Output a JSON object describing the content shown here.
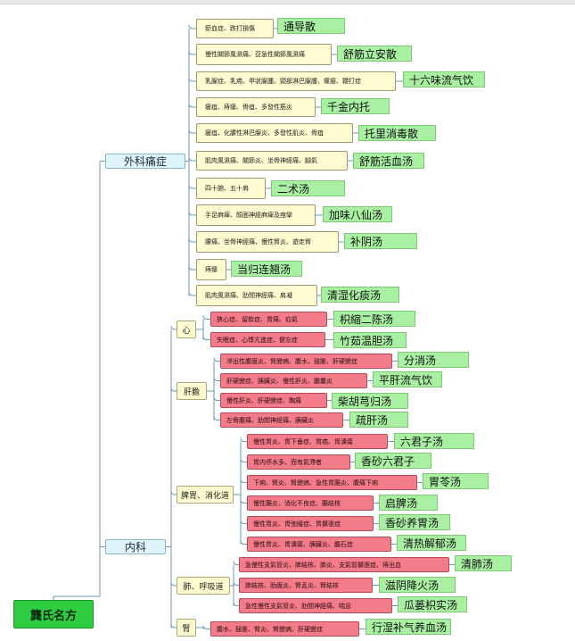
{
  "root": {
    "label": "龔氏名方"
  },
  "categories": {
    "surgery": "外科痛症",
    "internal": "内科"
  },
  "organs": {
    "heart": "心",
    "liver_gall": "肝膽",
    "spleen_stomach": "脾胃、消化道",
    "lung": "肺、呼吸道",
    "kidney": "腎"
  },
  "surgery_items": [
    {
      "disease": "瘀血症、跌打損傷",
      "formula": "通导散"
    },
    {
      "disease": "慢性關節風濕痛、亞急性關節風濕痛",
      "formula": "舒筋立安散"
    },
    {
      "disease": "乳腺症、乳癌、甲狀腺腫、頸部淋巴腺腫、瘰癧、鞭打症",
      "formula": "十六味流气饮"
    },
    {
      "disease": "癰疽、痔瘻、骨疽、多發性筋炎",
      "formula": "千金内托"
    },
    {
      "disease": "癰疽、化膿性淋巴腺炎、多發性肌炎、骨疽",
      "formula": "托里消毒散"
    },
    {
      "disease": "肌肉風濕痛、關節炎、坐骨神經痛、腳氣",
      "formula": "舒筋活血汤"
    },
    {
      "disease": "四十腕、五十肩",
      "formula": "二术汤"
    },
    {
      "disease": "手足麻痺、顏面神經麻痺及痙攣",
      "formula": "加味八仙汤"
    },
    {
      "disease": "腰痛、坐骨神經痛、慢性腎炎、遊走腎",
      "formula": "补阴汤"
    },
    {
      "disease": "痔瘻",
      "formula": "当归连翘汤"
    },
    {
      "disease": "肌肉風濕痛、肋間神經痛、肩凝",
      "formula": "清湿化痰汤"
    }
  ],
  "heart_items": [
    {
      "disease": "狹心症、留飲症、胃痛、疝氣",
      "formula": "枳縮二陈汤"
    },
    {
      "disease": "失眠症、心悸亢進症、健忘症",
      "formula": "竹茹温胆汤"
    }
  ],
  "liver_items": [
    {
      "disease": "滲出性腹膜炎、腎變病、腹水、鼓脹、肝硬變症",
      "formula": "分消汤"
    },
    {
      "disease": "肝硬變症、胰臟炎、慢性肝炎、膽囊炎",
      "formula": "平肝流气饮"
    },
    {
      "disease": "慢性肝炎、肝硬變症、胸痛",
      "formula": "柴胡芎归汤"
    },
    {
      "disease": "左脅腹痛、肋間神經痛、胰臟炎",
      "formula": "疏肝汤"
    }
  ],
  "spleen_items": [
    {
      "disease": "慢性胃炎、胃下垂症、胃癌、胃潰瘍",
      "formula": "六君子汤"
    },
    {
      "disease": "胃内停水多、而有氣滯者",
      "formula": "香砂六君子"
    },
    {
      "disease": "下痢、腎炎、腎變病、急性胃腸炎、腹痛下痢",
      "formula": "胃苓汤"
    },
    {
      "disease": "慢性腸炎、消化不良症、腸結核",
      "formula": "启脾汤"
    },
    {
      "disease": "慢性胃炎、胃弛緩症、胃擴張症",
      "formula": "香砂养胃汤"
    },
    {
      "disease": "慢性胃炎、胃潰瘍、胰臟炎、膽石症",
      "formula": "清热解郁汤"
    }
  ],
  "lung_items": [
    {
      "disease": "急慢性支氣管炎、肺結核、肺炎、支氣管擴張症、痔出血",
      "formula": "清肺汤"
    },
    {
      "disease": "肺結核、肋膜炎、腎盂炎、腎結核",
      "formula": "滋阴降火汤"
    },
    {
      "disease": "急性慢性支氣管炎、肋間神經痛、喘息",
      "formula": "瓜蒌枳实汤"
    }
  ],
  "kidney_items": [
    {
      "disease": "腹水、鼓脹、腎炎、腎變病、肝硬變症",
      "formula": "行湿补气养血汤"
    }
  ]
}
